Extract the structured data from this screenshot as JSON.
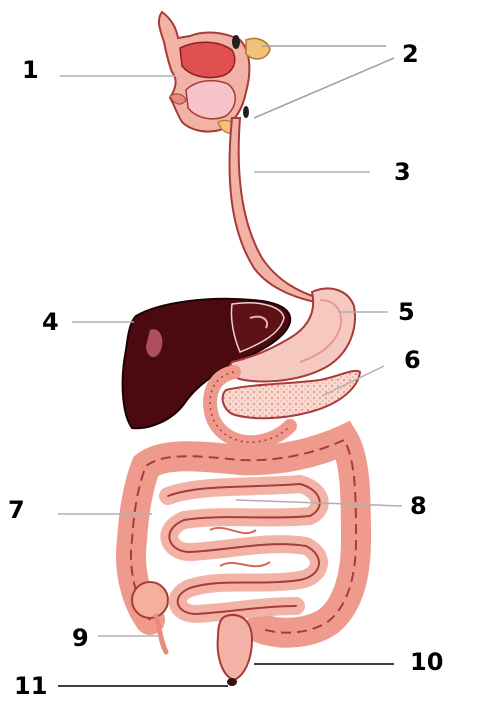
{
  "labels": {
    "l1": "1",
    "l2": "2",
    "l3": "3",
    "l4": "4",
    "l5": "5",
    "l6": "6",
    "l7": "7",
    "l8": "8",
    "l9": "9",
    "l10": "10",
    "l11": "11"
  },
  "colors": {
    "outline": "#a83a3a",
    "tissue_light": "#f6c9c0",
    "tissue_mid": "#ee9b8d",
    "tissue_dark": "#d9665a",
    "liver": "#4a0a10",
    "leader_line": "#b0b0b0",
    "label_text": "#000000"
  }
}
